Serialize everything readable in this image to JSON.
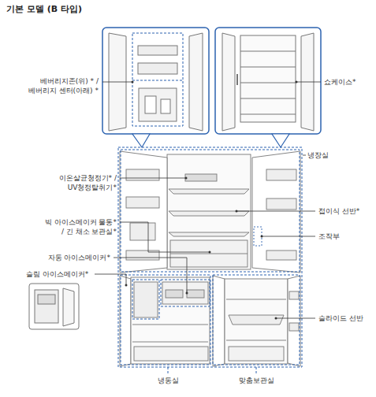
{
  "diagram": {
    "title": "기본 모델 (B 타입)",
    "labels": [
      "베버리지존(위) * / 베버리지 센터(아래) *",
      "쇼케이스*",
      "냉장실",
      "이온살균청정기* / UV청정탈취기*",
      "접이식 선반*",
      "빅 아이스메이커 물통* / 긴 채소 보관실*",
      "조작부",
      "자동 아이스메이커*",
      "슬림 아이스메이커*",
      "슬라이드 선반",
      "냉동실",
      "맞춤보관실"
    ]
  }
}
